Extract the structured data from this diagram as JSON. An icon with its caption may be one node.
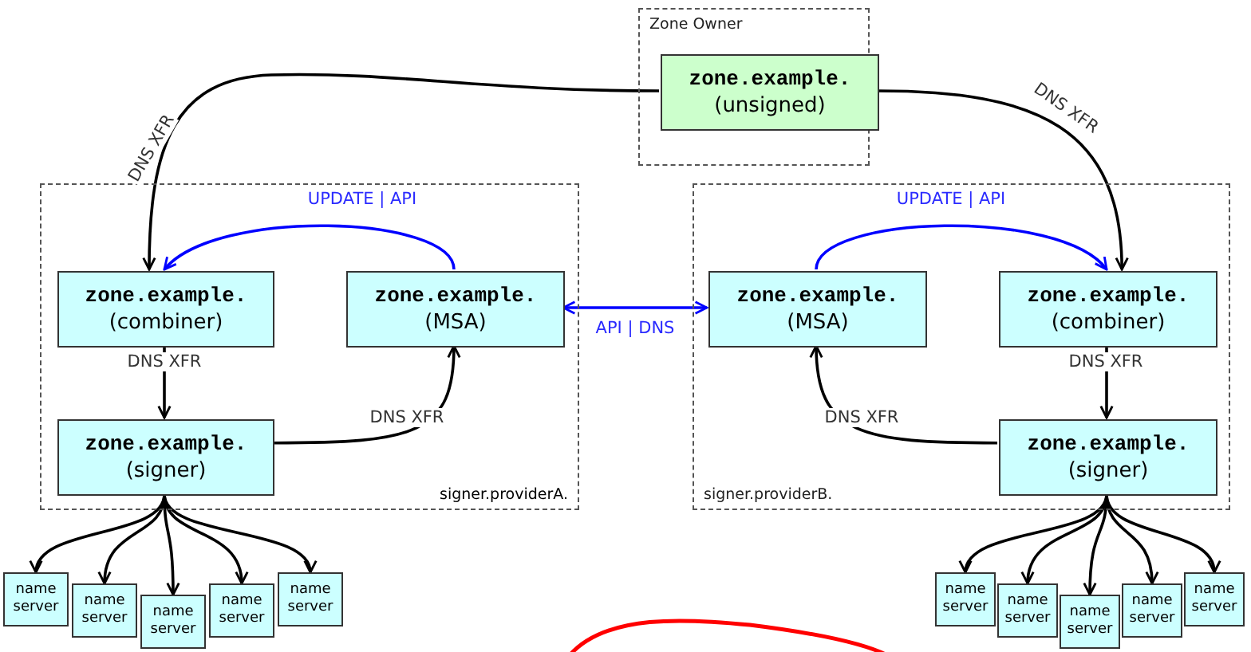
{
  "diagram": {
    "nodes": [
      {
        "text": [
          "Zone Owner"
        ]
      },
      {
        "text": [
          "zone.example.",
          "(unsigned)"
        ],
        "in": 0
      },
      {
        "text": [
          "signer.providerA."
        ]
      },
      {
        "text": [
          "zone.example.",
          "(combiner)"
        ],
        "in": 2
      },
      {
        "text": [
          "zone.example.",
          "(MSA)"
        ],
        "in": 2
      },
      {
        "text": [
          "zone.example.",
          "(signer)"
        ],
        "in": 2
      },
      {
        "text": [
          "signer.providerB."
        ]
      },
      {
        "text": [
          "zone.example.",
          "(MSA)"
        ],
        "in": 6
      },
      {
        "text": [
          "zone.example.",
          "(combiner)"
        ],
        "in": 6
      },
      {
        "text": [
          "zone.example.",
          "(signer)"
        ],
        "in": 6
      },
      {
        "text": [
          "name server"
        ]
      },
      {
        "text": [
          "name server"
        ]
      },
      {
        "text": [
          "name server"
        ]
      },
      {
        "text": [
          "name server"
        ]
      },
      {
        "text": [
          "name server"
        ]
      },
      {
        "text": [
          "name server"
        ]
      },
      {
        "text": [
          "name server"
        ]
      },
      {
        "text": [
          "name server"
        ]
      },
      {
        "text": [
          "name server"
        ]
      },
      {
        "text": [
          "name server"
        ]
      }
    ],
    "edges": [
      {
        "from": 1,
        "to": 3,
        "arrow": "to",
        "label": "DNS XFR"
      },
      {
        "from": 1,
        "to": 8,
        "arrow": "to",
        "label": "DNS XFR"
      },
      {
        "from": 4,
        "to": 3,
        "arrow": "to",
        "label": "UPDATE | API",
        "color": "#0000ff"
      },
      {
        "from": 7,
        "to": 8,
        "arrow": "to",
        "label": "UPDATE | API",
        "color": "#0000ff"
      },
      {
        "from": 4,
        "to": 7,
        "arrow": "both",
        "label": "API | DNS",
        "color": "#0000ff"
      },
      {
        "from": 3,
        "to": 5,
        "arrow": "to",
        "label": "DNS XFR"
      },
      {
        "from": 5,
        "to": 4,
        "arrow": "to",
        "label": "DNS XFR"
      },
      {
        "from": 8,
        "to": 9,
        "arrow": "to",
        "label": "DNS XFR"
      },
      {
        "from": 9,
        "to": 7,
        "arrow": "to",
        "label": "DNS XFR"
      },
      {
        "from": 5,
        "to": 10,
        "arrow": "to"
      },
      {
        "from": 5,
        "to": 11,
        "arrow": "to"
      },
      {
        "from": 5,
        "to": 12,
        "arrow": "to"
      },
      {
        "from": 5,
        "to": 13,
        "arrow": "to"
      },
      {
        "from": 5,
        "to": 14,
        "arrow": "to"
      },
      {
        "from": 9,
        "to": 15,
        "arrow": "to"
      },
      {
        "from": 9,
        "to": 16,
        "arrow": "to"
      },
      {
        "from": 9,
        "to": 17,
        "arrow": "to"
      },
      {
        "from": 9,
        "to": 18,
        "arrow": "to"
      },
      {
        "from": 9,
        "to": 19,
        "arrow": "to"
      }
    ]
  }
}
